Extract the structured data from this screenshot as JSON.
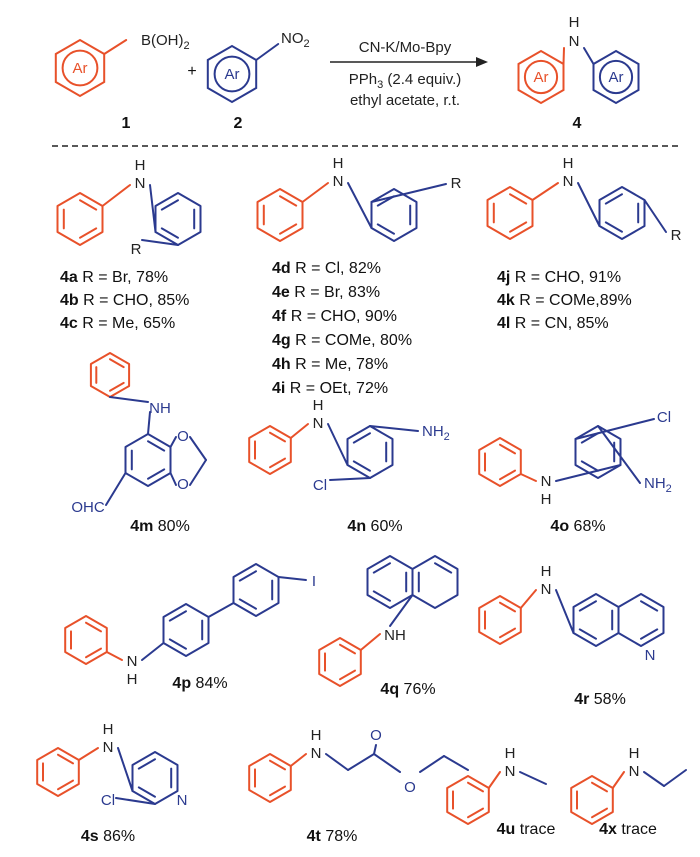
{
  "colors": {
    "aniline": "#e8512a",
    "nitroarene": "#2b3a8f",
    "text": "#111111"
  },
  "header": {
    "reagent1": {
      "label": "1",
      "ar": "Ar",
      "group": "B(OH)2"
    },
    "reagent2": {
      "label": "2",
      "ar": "Ar",
      "group": "NO2"
    },
    "plus": "+",
    "conditions": [
      "CN-K/Mo-Bpy",
      "PPh3 (2.4 equiv.)",
      "ethyl acetate, r.t."
    ],
    "product": {
      "label": "4",
      "ar1": "Ar",
      "ar2": "Ar",
      "nh": "N",
      "h": "H"
    }
  },
  "groups": {
    "ortho": {
      "r": "R",
      "entries": [
        {
          "id": "4a",
          "text": "R = Br, 78%"
        },
        {
          "id": "4b",
          "text": "R = CHO, 85%"
        },
        {
          "id": "4c",
          "text": "R = Me, 65%"
        }
      ]
    },
    "meta": {
      "r": "R",
      "entries": [
        {
          "id": "4d",
          "text": "R = Cl, 82%"
        },
        {
          "id": "4e",
          "text": "R = Br, 83%"
        },
        {
          "id": "4f",
          "text": "R = CHO, 90%"
        },
        {
          "id": "4g",
          "text": "R = COMe, 80%"
        },
        {
          "id": "4h",
          "text": "R = Me, 78%"
        },
        {
          "id": "4i",
          "text": "R = OEt, 72%"
        }
      ]
    },
    "para": {
      "r": "R",
      "entries": [
        {
          "id": "4j",
          "text": "R = CHO, 91%"
        },
        {
          "id": "4k",
          "text": "R = COMe,89%"
        },
        {
          "id": "4l",
          "text": "R = CN, 85%"
        }
      ]
    }
  },
  "compounds": [
    {
      "id": "4m",
      "yield": "80%",
      "atoms": [
        "NH",
        "O",
        "O",
        "OHC"
      ]
    },
    {
      "id": "4n",
      "yield": "60%",
      "atoms": [
        "N",
        "H",
        "NH2",
        "Cl"
      ]
    },
    {
      "id": "4o",
      "yield": "68%",
      "atoms": [
        "N",
        "H",
        "Cl",
        "NH2"
      ]
    },
    {
      "id": "4p",
      "yield": "84%",
      "atoms": [
        "N",
        "H",
        "I"
      ]
    },
    {
      "id": "4q",
      "yield": "76%",
      "atoms": [
        "NH"
      ]
    },
    {
      "id": "4r",
      "yield": "58%",
      "atoms": [
        "N",
        "H",
        "N"
      ]
    },
    {
      "id": "4s",
      "yield": "86%",
      "atoms": [
        "N",
        "H",
        "Cl",
        "N"
      ]
    },
    {
      "id": "4t",
      "yield": "78%",
      "atoms": [
        "N",
        "H",
        "O",
        "O"
      ]
    },
    {
      "id": "4u",
      "yield": "trace",
      "atoms": [
        "N",
        "H"
      ]
    },
    {
      "id": "4x",
      "yield": "trace",
      "atoms": [
        "N",
        "H"
      ]
    }
  ]
}
